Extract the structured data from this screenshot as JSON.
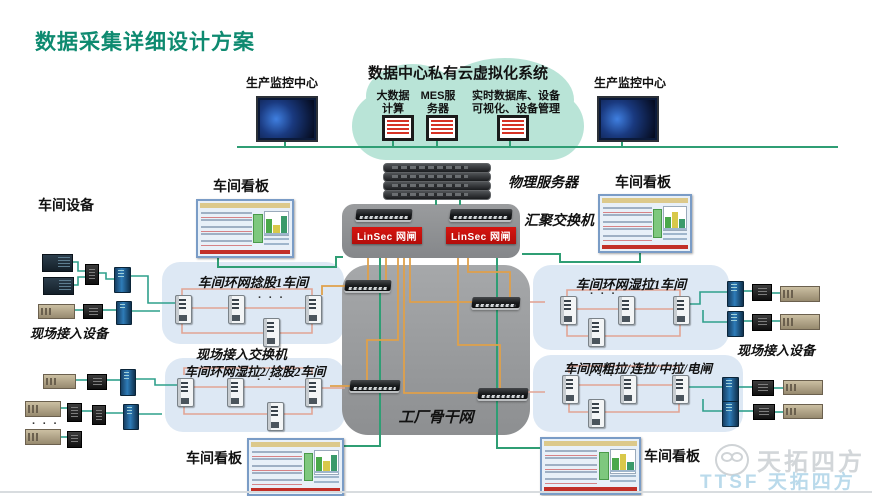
{
  "title": "数据采集详细设计方案",
  "cloud": {
    "header": "数据中心私有云虚拟化系统",
    "item1_line1": "大数据",
    "item1_line2": "计算",
    "item2_line1": "MES服",
    "item2_line2": "务器",
    "item3_line1": "实时数据库、设备",
    "item3_line2": "可视化、设备管理"
  },
  "labels": {
    "monitor_left": "生产监控中心",
    "monitor_right": "生产监控中心",
    "kanban": "车间看板",
    "workshop_equipment": "车间设备",
    "physical_servers": "物理服务器",
    "aggregation_switch": "汇聚交换机",
    "linsec": "LinSec 网闸",
    "field_access_devices": "现场接入设备",
    "field_access_switch": "现场接入交换机",
    "backbone": "工厂骨干网",
    "ring_left_1": "车间环网捻股1车间",
    "ring_left_2": "车间环网湿拉2/捻股2车间",
    "ring_right_1": "车间环网湿拉1车间",
    "ring_right_2": "车间网粗拉/连拉/中拉/电闸",
    "ellipsis": "· · ·"
  },
  "watermark": {
    "brand": "天拓四方",
    "sub": "TTSF 天拓四方"
  },
  "colors": {
    "title": "#0e8a70",
    "line_green": "#2f9e74",
    "line_teal": "#2fa08c",
    "line_orange": "#dfa04a",
    "line_salmon": "#e2a494",
    "cloud_fill": "#b9e4d7",
    "ring_fill": "#dde8f4",
    "backbone_fill": "#97999b",
    "linsec_red": "#cc1510"
  }
}
